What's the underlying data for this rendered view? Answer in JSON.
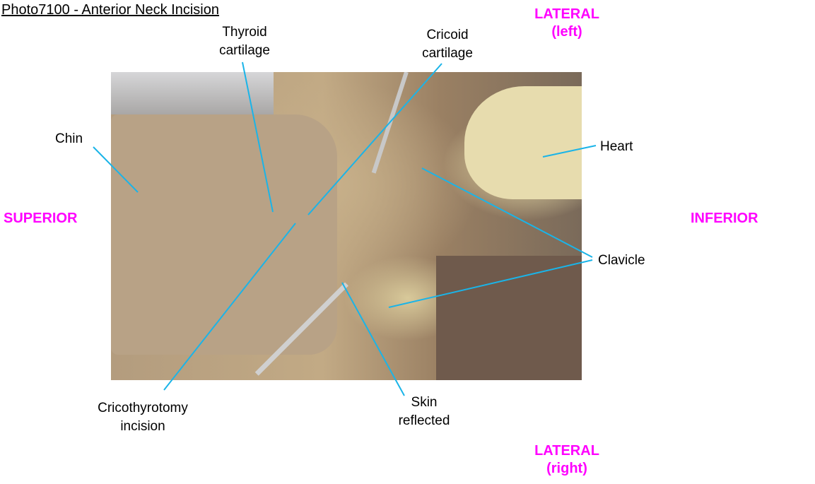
{
  "title": "Photo7100 - Anterior Neck Incision",
  "directions": {
    "lateral_left": [
      "LATERAL",
      "(left)"
    ],
    "lateral_right": [
      "LATERAL",
      "(right)"
    ],
    "superior": "SUPERIOR",
    "inferior": "INFERIOR"
  },
  "labels": {
    "thyroid": [
      "Thyroid",
      "cartilage"
    ],
    "cricoid": [
      "Cricoid",
      "cartilage"
    ],
    "chin": "Chin",
    "heart": "Heart",
    "clavicle": "Clavicle",
    "cricothyrotomy": [
      "Cricothyrotomy",
      "incision"
    ],
    "skin": [
      "Skin",
      "reflected"
    ]
  },
  "colors": {
    "arrow": "#1ab4e8",
    "direction": "#ff00ff"
  }
}
